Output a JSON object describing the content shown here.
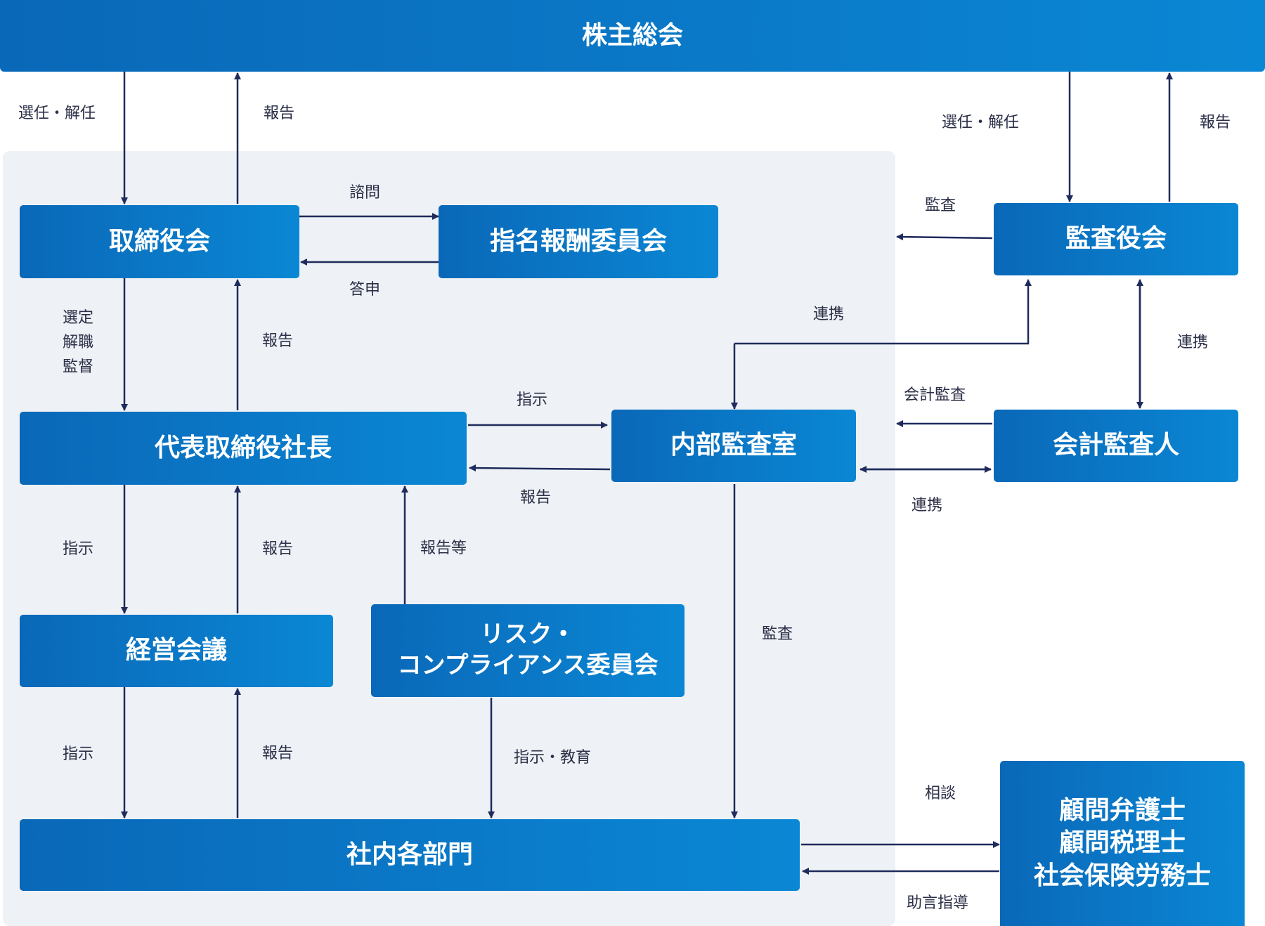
{
  "nodes": {
    "shareholders": "株主総会",
    "board": "取締役会",
    "nomination": "指名報酬委員会",
    "auditors": "監査役会",
    "president": "代表取締役社長",
    "internal_audit": "内部監査室",
    "accounting_auditor": "会計監査人",
    "management_meeting": "経営会議",
    "risk_line1": "リスク・",
    "risk_line2": "コンプライアンス委員会",
    "departments": "社内各部門",
    "advisor_line1": "顧問弁護士",
    "advisor_line2": "顧問税理士",
    "advisor_line3": "社会保険労務士"
  },
  "labels": {
    "elect_dismiss_board": "選任・解任",
    "report_board": "報告",
    "elect_dismiss_auditors": "選任・解任",
    "report_auditors": "報告",
    "consult": "諮問",
    "reply": "答申",
    "audit_board": "監査",
    "select": "選定",
    "dismiss": "解職",
    "supervise": "監督",
    "report_president": "報告",
    "coordinate_audit": "連携",
    "coordinate_auditors": "連携",
    "instruct_audit": "指示",
    "report_audit": "報告",
    "accounting_audit": "会計監査",
    "coordinate_accounting": "連携",
    "instruct_meeting": "指示",
    "report_meeting": "報告",
    "report_etc": "報告等",
    "audit_departments": "監査",
    "instruct_departments": "指示",
    "report_departments": "報告",
    "instruct_education": "指示・教育",
    "consultation": "相談",
    "advice": "助言指導"
  },
  "colors": {
    "box_start": "#0a68b8",
    "box_end": "#0a87d4",
    "arrow": "#1e2b5c",
    "panel": "#eef1f5"
  }
}
